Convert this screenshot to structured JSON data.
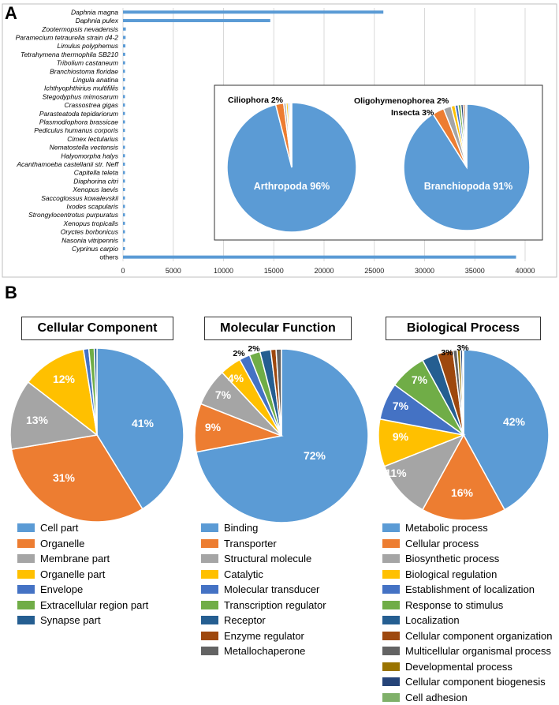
{
  "panels": {
    "a": "A",
    "b": "B"
  },
  "chart_data": [
    {
      "type": "bar",
      "orientation": "horizontal",
      "categories": [
        "Daphnia magna",
        "Daphnia pulex",
        "Zootermopsis nevadensis",
        "Paramecium tetraurelia strain d4-2",
        "Limulus polyphemus",
        "Tetrahymena thermophila SB210",
        "Tribolium castaneum",
        "Branchiostoma floridae",
        "Lingula anatina",
        "Ichthyophthirius multifiliis",
        "Stegodyphus mimosarum",
        "Crassostrea gigas",
        "Parasteatoda tepidariorum",
        "Plasmodiophora brassicae",
        "Pediculus humanus corporis",
        "Cimex lectularius",
        "Nematostella vectensis",
        "Halyomorpha halys",
        "Acanthamoeba castellanii str. Neff",
        "Capitella teleta",
        "Diaphorina citri",
        "Xenopus laevis",
        "Saccoglossus kowalevskii",
        "Ixodes scapularis",
        "Strongylocentrotus purpuratus",
        "Xenopus tropicalis",
        "Oryctes borbonicus",
        "Nasonia vitripennis",
        "Cyprinus carpio",
        "others"
      ],
      "values": [
        25900,
        14650,
        280,
        260,
        240,
        220,
        210,
        200,
        190,
        180,
        170,
        160,
        150,
        145,
        140,
        135,
        130,
        125,
        120,
        115,
        110,
        105,
        100,
        95,
        90,
        85,
        80,
        75,
        70,
        39100
      ],
      "xlim": [
        0,
        40000
      ],
      "xticks": [
        "0",
        "5000",
        "10000",
        "15000",
        "20000",
        "25000",
        "30000",
        "35000",
        "40000"
      ],
      "grid": true,
      "color": "#5b9bd5"
    },
    {
      "type": "pie",
      "label": "Arthropoda 96%",
      "callouts": [
        "Ciliophora 2%"
      ],
      "slices": [
        96,
        2,
        0.6,
        0.5,
        0.4,
        0.3,
        0.2
      ],
      "colors": [
        "#5b9bd5",
        "#ed7d31",
        "#a5a5a5",
        "#ffc000",
        "#4472c4",
        "#70ad47",
        "#c9c9c9"
      ]
    },
    {
      "type": "pie",
      "label": "Branchiopoda 91%",
      "callouts": [
        "Oligohymenophorea 2%",
        "Insecta 3%"
      ],
      "slices": [
        91,
        3,
        2,
        1,
        0.8,
        0.7,
        0.6,
        0.5,
        0.4
      ],
      "colors": [
        "#5b9bd5",
        "#ed7d31",
        "#a5a5a5",
        "#ffc000",
        "#4472c4",
        "#70ad47",
        "#264478",
        "#9e480e",
        "#c9c9c9"
      ]
    },
    {
      "type": "pie",
      "title": "Cellular Component",
      "slices": [
        41,
        31,
        13,
        12,
        1,
        1,
        0.5
      ],
      "labels": [
        "41%",
        "31%",
        "13%",
        "12%",
        "",
        "",
        ""
      ],
      "legend": [
        "Cell part",
        "Organelle",
        "Membrane part",
        "Organelle part",
        "Envelope",
        "Extracellular region part",
        "Synapse part"
      ],
      "colors": [
        "#5b9bd5",
        "#ed7d31",
        "#a5a5a5",
        "#ffc000",
        "#4472c4",
        "#70ad47",
        "#255e91"
      ]
    },
    {
      "type": "pie",
      "title": "Molecular Function",
      "slices": [
        72,
        9,
        7,
        4,
        2,
        2,
        2,
        1,
        1
      ],
      "labels": [
        "72%",
        "9%",
        "7%",
        "4%",
        "2%",
        "2%",
        "",
        "",
        ""
      ],
      "legend": [
        "Binding",
        "Transporter",
        "Structural molecule",
        "Catalytic",
        "Molecular transducer",
        "Transcription regulator",
        "Receptor",
        "Enzyme regulator",
        "Metallochaperone"
      ],
      "colors": [
        "#5b9bd5",
        "#ed7d31",
        "#a5a5a5",
        "#ffc000",
        "#4472c4",
        "#70ad47",
        "#255e91",
        "#9e480e",
        "#636363"
      ]
    },
    {
      "type": "pie",
      "title": "Biological Process",
      "slices": [
        42,
        16,
        11,
        9,
        7,
        7,
        3,
        3,
        0.8,
        0.6,
        0.4,
        0.2
      ],
      "labels": [
        "42%",
        "16%",
        "11%",
        "9%",
        "7%",
        "7%",
        "3%",
        "3%",
        "",
        "",
        "",
        ""
      ],
      "legend": [
        "Metabolic process",
        "Cellular process",
        "Biosynthetic process",
        "Biological regulation",
        "Establishment of localization",
        "Response to stimulus",
        "Localization",
        "Cellular component organization",
        "Multicellular organismal process",
        "Developmental process",
        "Cellular component biogenesis",
        "Cell adhesion"
      ],
      "colors": [
        "#5b9bd5",
        "#ed7d31",
        "#a5a5a5",
        "#ffc000",
        "#4472c4",
        "#70ad47",
        "#255e91",
        "#9e480e",
        "#636363",
        "#997300",
        "#264478",
        "#7fb069"
      ]
    }
  ]
}
